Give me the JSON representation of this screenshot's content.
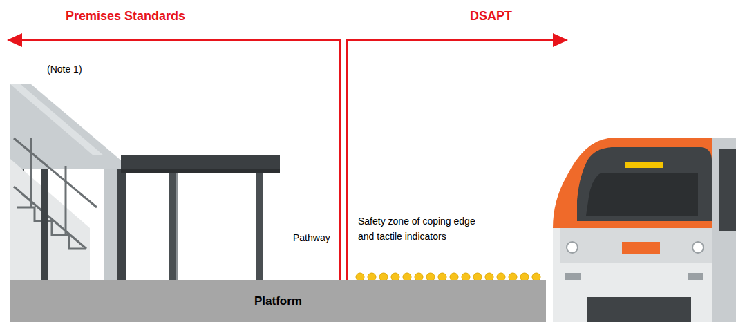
{
  "diagram": {
    "nodes": [
      {
        "text": [
          "Platform"
        ]
      }
    ],
    "labels": [
      "Premises Standards",
      "(Note 1)",
      "DSAPT",
      "Pathway",
      "Safety zone of coping edge and tactile indicators"
    ]
  }
}
